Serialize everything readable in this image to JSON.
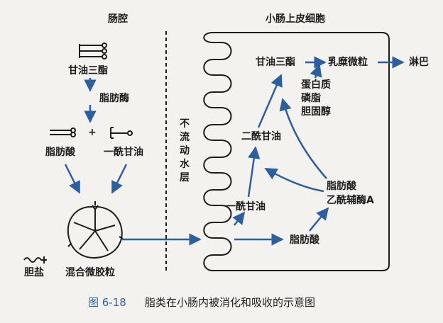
{
  "headings": {
    "lumen": "肠腔",
    "epithelial_cell": "小肠上皮细胞"
  },
  "labels": {
    "triglyceride_lumen": "甘油三酯",
    "lipase": "脂肪酶",
    "plus": "+",
    "fatty_acid_lumen": "脂肪酸",
    "monoglyceride_lumen": "一酰甘油",
    "bile_salt": "胆盐",
    "mixed_micelle": "混合微胶粒",
    "unstirred_layer": "不流动水层",
    "monoglyceride_cell": "一酰甘油",
    "diglyceride": "二酰甘油",
    "triglyceride_cell": "甘油三酯",
    "chylomicron": "乳糜微粒",
    "lymph": "淋巴",
    "protein": "蛋白质",
    "phospholipid": "磷脂",
    "cholesterol": "胆固醇",
    "fatty_acyl_coa_line1": "脂肪酸",
    "fatty_acyl_coa_line2": "乙酰辅酶A",
    "fatty_acid_cell": "脂肪酸"
  },
  "caption": {
    "figure_label": "图 6-18",
    "title": "脂类在小肠内被消化和吸收的示意图"
  },
  "colors": {
    "arrow_blue": "#2b5fa3",
    "caption_blue": "#2f62a6",
    "line_dark": "#1d1d1d",
    "background": "#f3f2ef"
  }
}
